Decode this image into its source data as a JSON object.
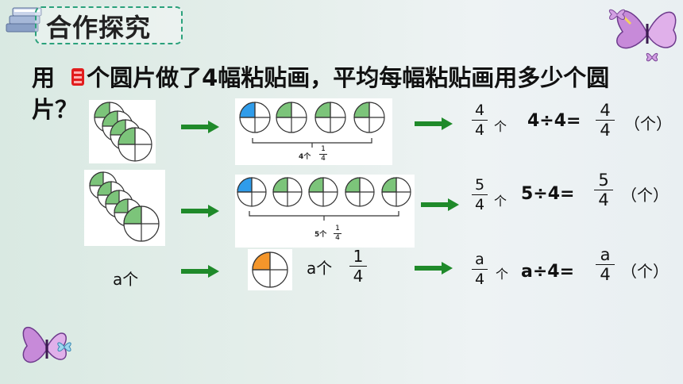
{
  "header": {
    "title": "合作探究",
    "accent": "#2aa17b"
  },
  "question": {
    "line1_prefix": "用",
    "line1_suffix": "个圆片做了4幅粘贴画，平均每幅粘贴画用多少个圆",
    "line2": "片？"
  },
  "rows": [
    {
      "result_num": "4",
      "result_den": "4",
      "ge": "个",
      "eq": "4÷4=",
      "ans_num": "4",
      "ans_den": "4",
      "unit": "（个）",
      "caption_label": "4个",
      "caption_num": "1",
      "caption_den": "4"
    },
    {
      "result_num": "5",
      "result_den": "4",
      "ge": "个",
      "eq": "5÷4=",
      "ans_num": "5",
      "ans_den": "4",
      "unit": "（个）",
      "caption_label": "5个",
      "caption_num": "1",
      "caption_den": "4"
    },
    {
      "left_label": "a个",
      "mid_label": "a个",
      "mid_num": "1",
      "mid_den": "4",
      "result_num": "a",
      "result_den": "4",
      "ge": "个",
      "eq": "a÷4=",
      "ans_num": "a",
      "ans_den": "4",
      "unit": "（个）"
    }
  ],
  "colors": {
    "circle_green": "#7cc47a",
    "circle_blue": "#2f9cea",
    "circle_orange": "#f4962b",
    "arrow_green": "#1f8a2a",
    "red_mark": "#e11d1d"
  },
  "icons": [
    "book-stack-icon",
    "butterfly-icon"
  ]
}
